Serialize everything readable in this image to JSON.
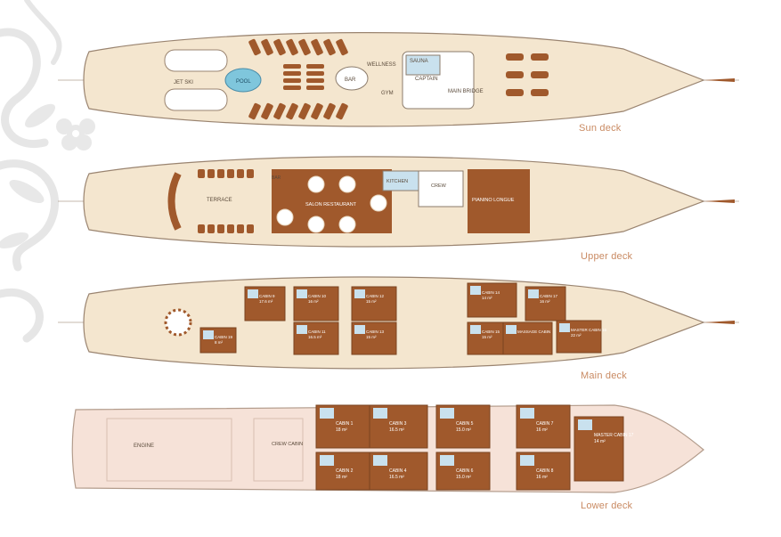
{
  "colors": {
    "deck": "#f4e6cf",
    "deck_outline": "#9a8470",
    "wood": "#a0592c",
    "bath": "#c9e1ee",
    "hull_lower": "#f6e2d8",
    "label": "#c98a62",
    "floral": "#e4e4e4"
  },
  "decks": {
    "sun": {
      "title": "Sun deck",
      "labels": {
        "jet_ski": "JET SKI",
        "pool": "POOL",
        "bar": "BAR",
        "wellness": "WELLNESS",
        "gym": "GYM",
        "sauna": "SAUNA",
        "captain": "CAPTAIN",
        "main_bridge": "MAIN BRIDGE"
      }
    },
    "upper": {
      "title": "Upper deck",
      "labels": {
        "terrace": "TERRACE",
        "bar": "BAR",
        "salon": "SALON RESTAURANT",
        "kitchen": "KITCHEN",
        "crew": "CREW",
        "piano": "PIANINO LONGUE"
      }
    },
    "main": {
      "title": "Main deck",
      "cabins": [
        {
          "name": "CABIN 9",
          "area": "17.6 m²"
        },
        {
          "name": "CABIN 10",
          "area": "16 m²"
        },
        {
          "name": "CABIN 11",
          "area": "16.5 m²"
        },
        {
          "name": "CABIN 12",
          "area": "15 m²"
        },
        {
          "name": "CABIN 13",
          "area": "15 m²"
        },
        {
          "name": "CABIN 14",
          "area": "14 m²"
        },
        {
          "name": "CABIN 15",
          "area": "15 m²"
        },
        {
          "name": "CABIN 17",
          "area": "16 m²"
        },
        {
          "name": "CABIN 19",
          "area": "8 m²"
        },
        {
          "name": "MASSAGE CABIN",
          "area": ""
        },
        {
          "name": "MASTER CABIN 16",
          "area": "22 m²"
        }
      ]
    },
    "lower": {
      "title": "Lower deck",
      "labels": {
        "engine": "ENGINE",
        "crew_cabin": "CREW CABIN"
      },
      "cabins": [
        {
          "name": "CABIN 1",
          "area": "18 m²"
        },
        {
          "name": "CABIN 2",
          "area": "18 m²"
        },
        {
          "name": "CABIN 3",
          "area": "16.5 m²"
        },
        {
          "name": "CABIN 4",
          "area": "16.5 m²"
        },
        {
          "name": "CABIN 5",
          "area": "15.0 m²"
        },
        {
          "name": "CABIN 6",
          "area": "15.0 m²"
        },
        {
          "name": "CABIN 7",
          "area": "16 m²"
        },
        {
          "name": "CABIN 8",
          "area": "16 m²"
        },
        {
          "name": "MASTER CABIN 17",
          "area": "14 m²"
        }
      ]
    }
  }
}
